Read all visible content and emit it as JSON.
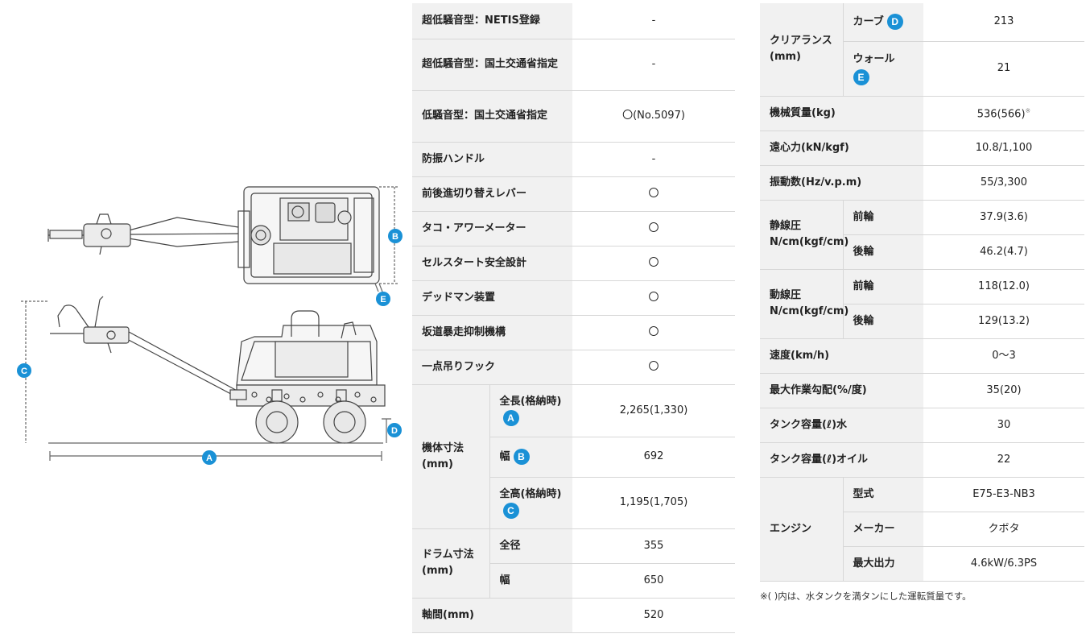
{
  "diagram": {
    "labels": {
      "a": "A",
      "b": "B",
      "c": "C",
      "d": "D",
      "e": "E"
    },
    "colors": {
      "badge": "#1a91d6",
      "line": "#444444",
      "body": "#d8d8d8"
    }
  },
  "left_table": {
    "rows": [
      {
        "label": "超低騒音型：NETIS登録",
        "value": "-"
      },
      {
        "label": "超低騒音型：国土交通省指定",
        "value": "-"
      },
      {
        "label": "低騒音型：国土交通省指定",
        "value": "〇(No.5097)"
      },
      {
        "label": "防振ハンドル",
        "value": "-"
      },
      {
        "label": "前後進切り替えレバー",
        "value": "〇"
      },
      {
        "label": "タコ・アワーメーター",
        "value": "〇"
      },
      {
        "label": "セルスタート安全設計",
        "value": "〇"
      },
      {
        "label": "デッドマン装置",
        "value": "〇"
      },
      {
        "label": "坂道暴走抑制機構",
        "value": "〇"
      },
      {
        "label": "一点吊りフック",
        "value": "〇"
      }
    ],
    "machine_dims": {
      "label": "機体寸法(mm)",
      "length_label": "全長(格納時)",
      "length_badge": "A",
      "length_value": "2,265(1,330)",
      "width_label": "幅",
      "width_badge": "B",
      "width_value": "692",
      "height_label": "全高(格納時)",
      "height_badge": "C",
      "height_value": "1,195(1,705)"
    },
    "drum_dims": {
      "label": "ドラム寸法(mm)",
      "dia_label": "全径",
      "dia_value": "355",
      "width_label": "幅",
      "width_value": "650"
    },
    "axle": {
      "label": "軸間(mm)",
      "value": "520"
    }
  },
  "right_table": {
    "clearance": {
      "label": "クリアランス(mm)",
      "curb_label": "カーブ",
      "curb_badge": "D",
      "curb_value": "213",
      "wall_label": "ウォール",
      "wall_badge": "E",
      "wall_value": "21"
    },
    "mass": {
      "label": "機械質量(kg)",
      "value": "536(566)",
      "mark": "※"
    },
    "rows_a": [
      {
        "label": "遠心力(kN/kgf)",
        "value": "10.8/1,100"
      },
      {
        "label": "振動数(Hz/v.p.m)",
        "value": "55/3,300"
      }
    ],
    "static_pressure": {
      "label": "静線圧N/cm(kgf/cm)",
      "front_label": "前輪",
      "front_value": "37.9(3.6)",
      "rear_label": "後輪",
      "rear_value": "46.2(4.7)"
    },
    "dynamic_pressure": {
      "label": "動線圧N/cm(kgf/cm)",
      "front_label": "前輪",
      "front_value": "118(12.0)",
      "rear_label": "後輪",
      "rear_value": "129(13.2)"
    },
    "rows_b": [
      {
        "label": "速度(km/h)",
        "value": "0〜3"
      },
      {
        "label": "最大作業勾配(%/度)",
        "value": "35(20)"
      },
      {
        "label": "タンク容量(ℓ)水",
        "value": "30"
      },
      {
        "label": "タンク容量(ℓ)オイル",
        "value": "22"
      }
    ],
    "engine": {
      "label": "エンジン",
      "model_label": "型式",
      "model_value": "E75-E3-NB3",
      "maker_label": "メーカー",
      "maker_value": "クボタ",
      "power_label": "最大出力",
      "power_value": "4.6kW/6.3PS"
    }
  },
  "footnote": "※(  )内は、水タンクを満タンにした運転質量です。"
}
